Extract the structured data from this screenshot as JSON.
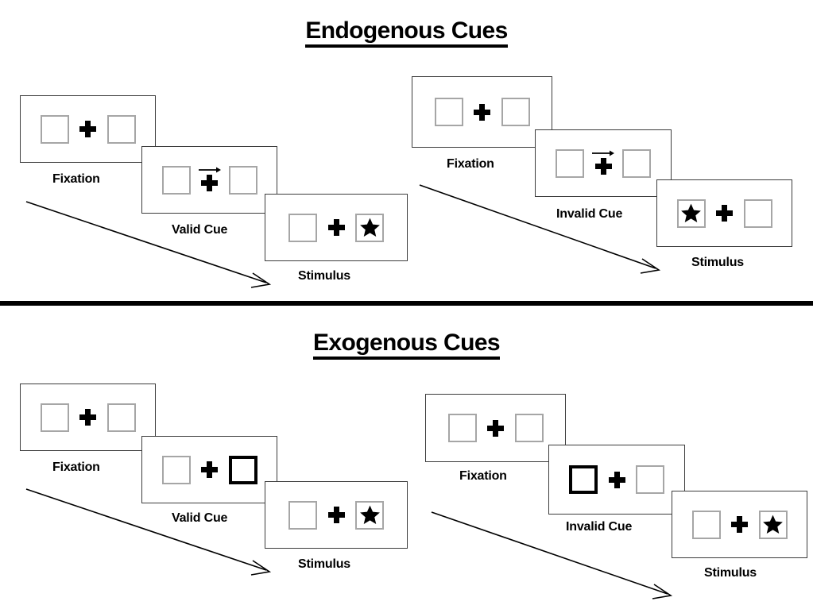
{
  "page": {
    "background": "#ffffff",
    "line_color": "#3c3c3c",
    "box_border_color": "#a6a6a6",
    "cued_box_color": "#000000",
    "divider_color": "#000000"
  },
  "sections": [
    {
      "id": "endogenous",
      "title": "Endogenous Cues",
      "columns": [
        {
          "id": "endogenous-valid",
          "frames": [
            {
              "label": "Fixation",
              "left_box": {
                "cued": false,
                "star": false
              },
              "right_box": {
                "cued": false,
                "star": false
              },
              "arrow": "none"
            },
            {
              "label": "Valid Cue",
              "left_box": {
                "cued": false,
                "star": false
              },
              "right_box": {
                "cued": false,
                "star": false
              },
              "arrow": "right"
            },
            {
              "label": "Stimulus",
              "left_box": {
                "cued": false,
                "star": false
              },
              "right_box": {
                "cued": false,
                "star": true
              },
              "arrow": "none"
            }
          ]
        },
        {
          "id": "endogenous-invalid",
          "frames": [
            {
              "label": "Fixation",
              "left_box": {
                "cued": false,
                "star": false
              },
              "right_box": {
                "cued": false,
                "star": false
              },
              "arrow": "none"
            },
            {
              "label": "Invalid Cue",
              "left_box": {
                "cued": false,
                "star": false
              },
              "right_box": {
                "cued": false,
                "star": false
              },
              "arrow": "right"
            },
            {
              "label": "Stimulus",
              "left_box": {
                "cued": false,
                "star": true
              },
              "right_box": {
                "cued": false,
                "star": false
              },
              "arrow": "none"
            }
          ]
        }
      ]
    },
    {
      "id": "exogenous",
      "title": "Exogenous Cues",
      "columns": [
        {
          "id": "exogenous-valid",
          "frames": [
            {
              "label": "Fixation",
              "left_box": {
                "cued": false,
                "star": false
              },
              "right_box": {
                "cued": false,
                "star": false
              },
              "arrow": "none"
            },
            {
              "label": "Valid Cue",
              "left_box": {
                "cued": false,
                "star": false
              },
              "right_box": {
                "cued": true,
                "star": false
              },
              "arrow": "none"
            },
            {
              "label": "Stimulus",
              "left_box": {
                "cued": false,
                "star": false
              },
              "right_box": {
                "cued": false,
                "star": true
              },
              "arrow": "none"
            }
          ]
        },
        {
          "id": "exogenous-invalid",
          "frames": [
            {
              "label": "Fixation",
              "left_box": {
                "cued": false,
                "star": false
              },
              "right_box": {
                "cued": false,
                "star": false
              },
              "arrow": "none"
            },
            {
              "label": "Invalid Cue",
              "left_box": {
                "cued": true,
                "star": false
              },
              "right_box": {
                "cued": false,
                "star": false
              },
              "arrow": "none"
            },
            {
              "label": "Stimulus",
              "left_box": {
                "cued": false,
                "star": false
              },
              "right_box": {
                "cued": false,
                "star": true
              },
              "arrow": "none"
            }
          ]
        }
      ]
    }
  ],
  "text": {
    "endogenous_title": "Endogenous Cues",
    "exogenous_title": "Exogenous Cues",
    "fixation": "Fixation",
    "valid_cue": "Valid Cue",
    "invalid_cue": "Invalid Cue",
    "stimulus": "Stimulus"
  }
}
